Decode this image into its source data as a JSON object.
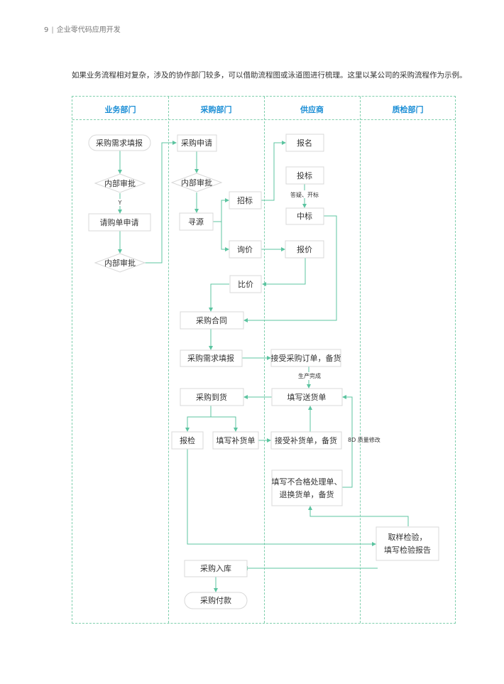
{
  "header": {
    "page_number": "9",
    "separator": "|",
    "title": "企业零代码应用开发"
  },
  "intro": "如果业务流程相对复杂，涉及的协作部门较多，可以借助流程图或泳道图进行梳理。这里以某公司的采购流程作为示例。",
  "lanes": [
    "业务部门",
    "采购部门",
    "供应商",
    "质检部门"
  ],
  "nodes": {
    "req_fill": "采购需求填报",
    "approve1": "内部审批",
    "req_form": "请购单申请",
    "approve2": "内部审批",
    "purchase_apply": "采购申请",
    "approve3": "内部审批",
    "source": "寻源",
    "tender": "招标",
    "inquiry": "询价",
    "compare": "比价",
    "signup": "报名",
    "bid": "投标",
    "win": "中标",
    "quote": "报价",
    "contract": "采购合同",
    "demand_fill": "采购需求填报",
    "accept_order": "接受采购订单，备货",
    "delivery_note": "填写送货单",
    "arrival": "采购到货",
    "report_inspect": "报检",
    "replenish": "填写补货单",
    "accept_replenish": "接受补货单，备货",
    "nonconform_1": "填写不合格处理单、",
    "nonconform_2": "退换货单，备货",
    "sample_1": "取样检验，",
    "sample_2": "填写检验报告",
    "warehouse": "采购入库",
    "payment": "采购付款"
  },
  "edge_labels": {
    "yes": "Y",
    "qa_open": "答疑、开标",
    "produced": "生产完成",
    "quality_fix": "8D 质量修改"
  },
  "colors": {
    "lane_border": "#7fcfad",
    "lane_title": "#1d8fd6",
    "arrow": "#5cc4a0",
    "node_border": "#d8d8d8"
  }
}
